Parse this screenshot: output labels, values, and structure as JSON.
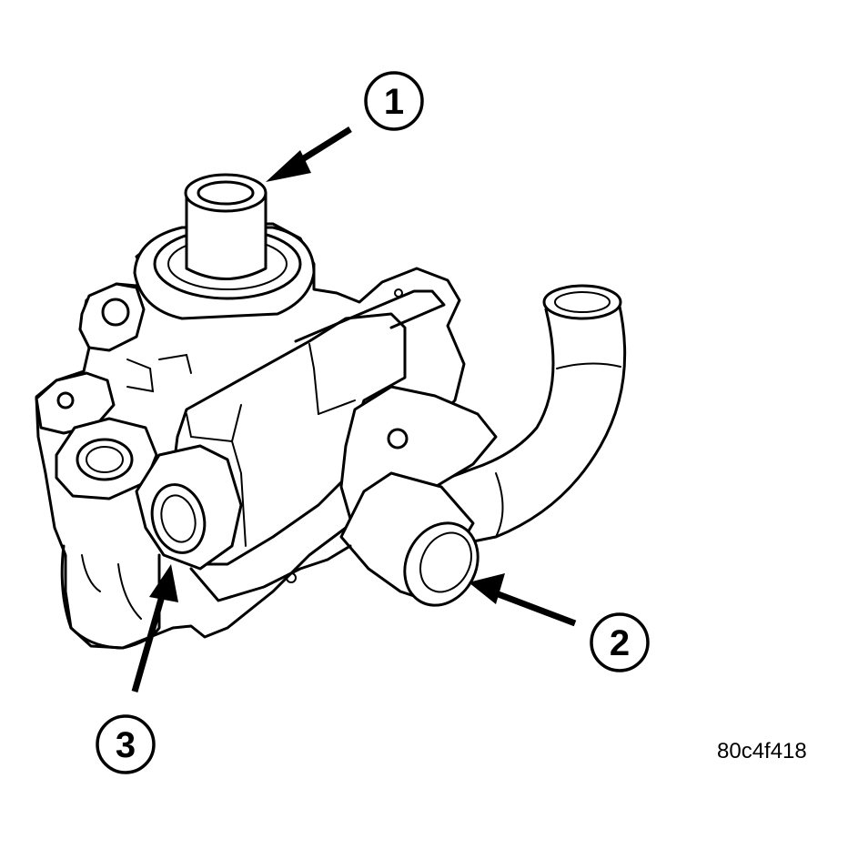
{
  "figure": {
    "code": "80c4f418"
  },
  "callouts": [
    {
      "id": "1",
      "label": "1"
    },
    {
      "id": "2",
      "label": "2"
    },
    {
      "id": "3",
      "label": "3"
    }
  ],
  "colors": {
    "line": "#000000",
    "background": "#ffffff"
  }
}
